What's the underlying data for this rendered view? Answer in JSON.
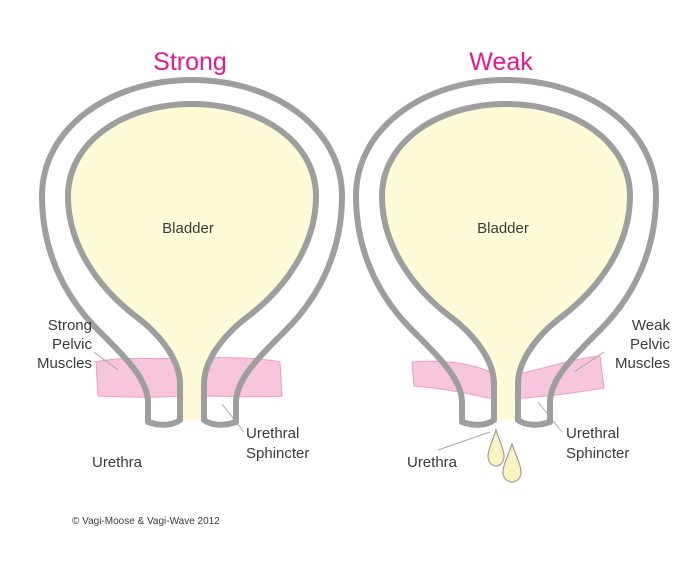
{
  "colors": {
    "heading": "#e8198b",
    "bladder_fill": "#fdfbd8",
    "wall_stroke": "#9e9e9e",
    "muscle_fill": "#f7c6dc",
    "muscle_stroke": "#f09cc3",
    "leak_drop_fill": "#fbf3c2",
    "leader_line": "#a8a8a8",
    "text": "#3a3a3a"
  },
  "panels": {
    "strong": {
      "heading": "Strong",
      "bladder_label": "Bladder",
      "muscle_label_lines": [
        "Strong",
        "Pelvic",
        "Muscles"
      ],
      "sphincter_label_lines": [
        "Urethral",
        "Sphincter"
      ],
      "urethra_label": "Urethra"
    },
    "weak": {
      "heading": "Weak",
      "bladder_label": "Bladder",
      "muscle_label_lines": [
        "Weak",
        "Pelvic",
        "Muscles"
      ],
      "sphincter_label_lines": [
        "Urethral",
        "Sphincter"
      ],
      "urethra_label": "Urethra"
    }
  },
  "copyright": "© Vagi-Moose & Vagi-Wave 2012"
}
